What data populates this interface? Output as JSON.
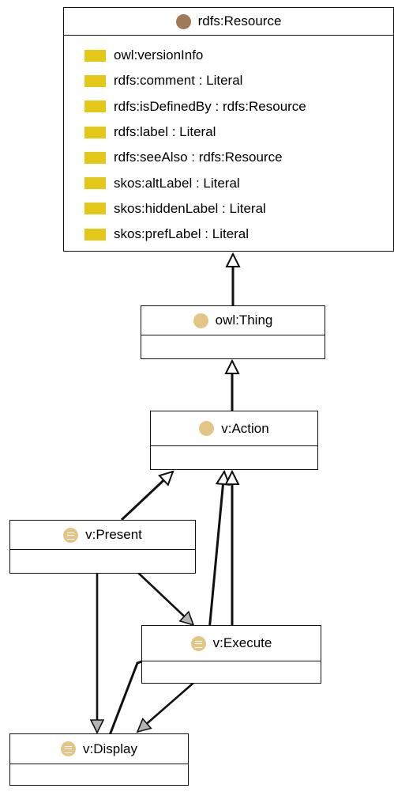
{
  "diagram": {
    "resource": {
      "name": "rdfs:Resource",
      "icon": "resource-icon",
      "attributes": [
        "owl:versionInfo",
        "rdfs:comment : Literal",
        "rdfs:isDefinedBy : rdfs:Resource",
        "rdfs:label : Literal",
        "rdfs:seeAlso : rdfs:Resource",
        "skos:altLabel : Literal",
        "skos:hiddenLabel : Literal",
        "skos:prefLabel : Literal"
      ]
    },
    "thing": {
      "name": "owl:Thing",
      "icon": "class-icon"
    },
    "action": {
      "name": "v:Action",
      "icon": "class-icon"
    },
    "present": {
      "name": "v:Present",
      "icon": "enumeration-icon"
    },
    "execute": {
      "name": "v:Execute",
      "icon": "enumeration-icon"
    },
    "display": {
      "name": "v:Display",
      "icon": "enumeration-icon"
    },
    "colors": {
      "attribute_marker": "#e3c81a",
      "resource_icon": "#a07a56",
      "class_icon": "#e3c685",
      "arrowhead_fill": "#b4b4b4"
    }
  }
}
